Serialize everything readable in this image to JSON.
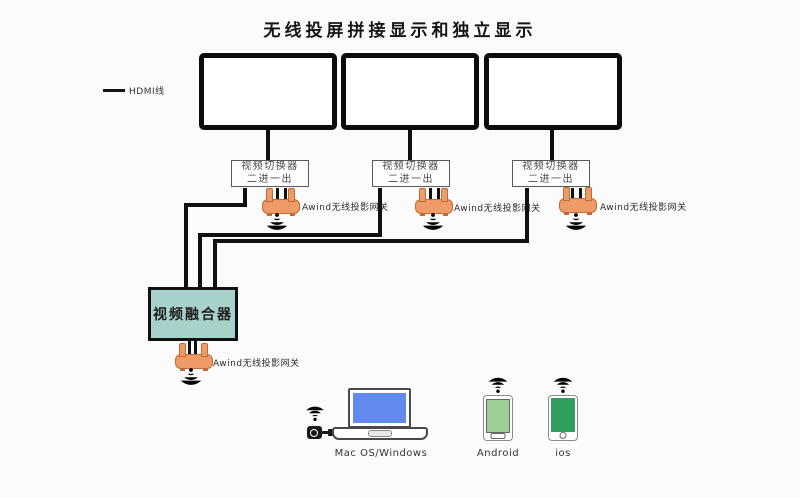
{
  "title": "无线投屏拼接显示和独立显示",
  "legend": {
    "hdmi_label": "HDMI线"
  },
  "colors": {
    "gw-orange": "#ef9b67",
    "gw-border": "#bf6b36",
    "fusion-teal": "#a7d2cb",
    "wifi-green": "#21a24b",
    "wifi-blue": "#4f81d6",
    "laptop-screen-blue": "#6189ee",
    "android-screen-green": "#9ccf94",
    "ios-screen-green": "#2f9e5e",
    "line-color": "#101010"
  },
  "switchers": [
    {
      "line1": "视频切换器",
      "line2": "二进一出"
    },
    {
      "line1": "视频切换器",
      "line2": "二进一出"
    },
    {
      "line1": "视频切换器",
      "line2": "二进一出"
    }
  ],
  "gateways": [
    "Awind无线投影网关",
    "Awind无线投影网关",
    "Awind无线投影网关",
    "Awind无线投影网关"
  ],
  "fusion": {
    "label": "视频融合器"
  },
  "clients": {
    "laptop_label": "Mac OS/Windows",
    "android_label": "Android",
    "ios_label": "ios"
  }
}
